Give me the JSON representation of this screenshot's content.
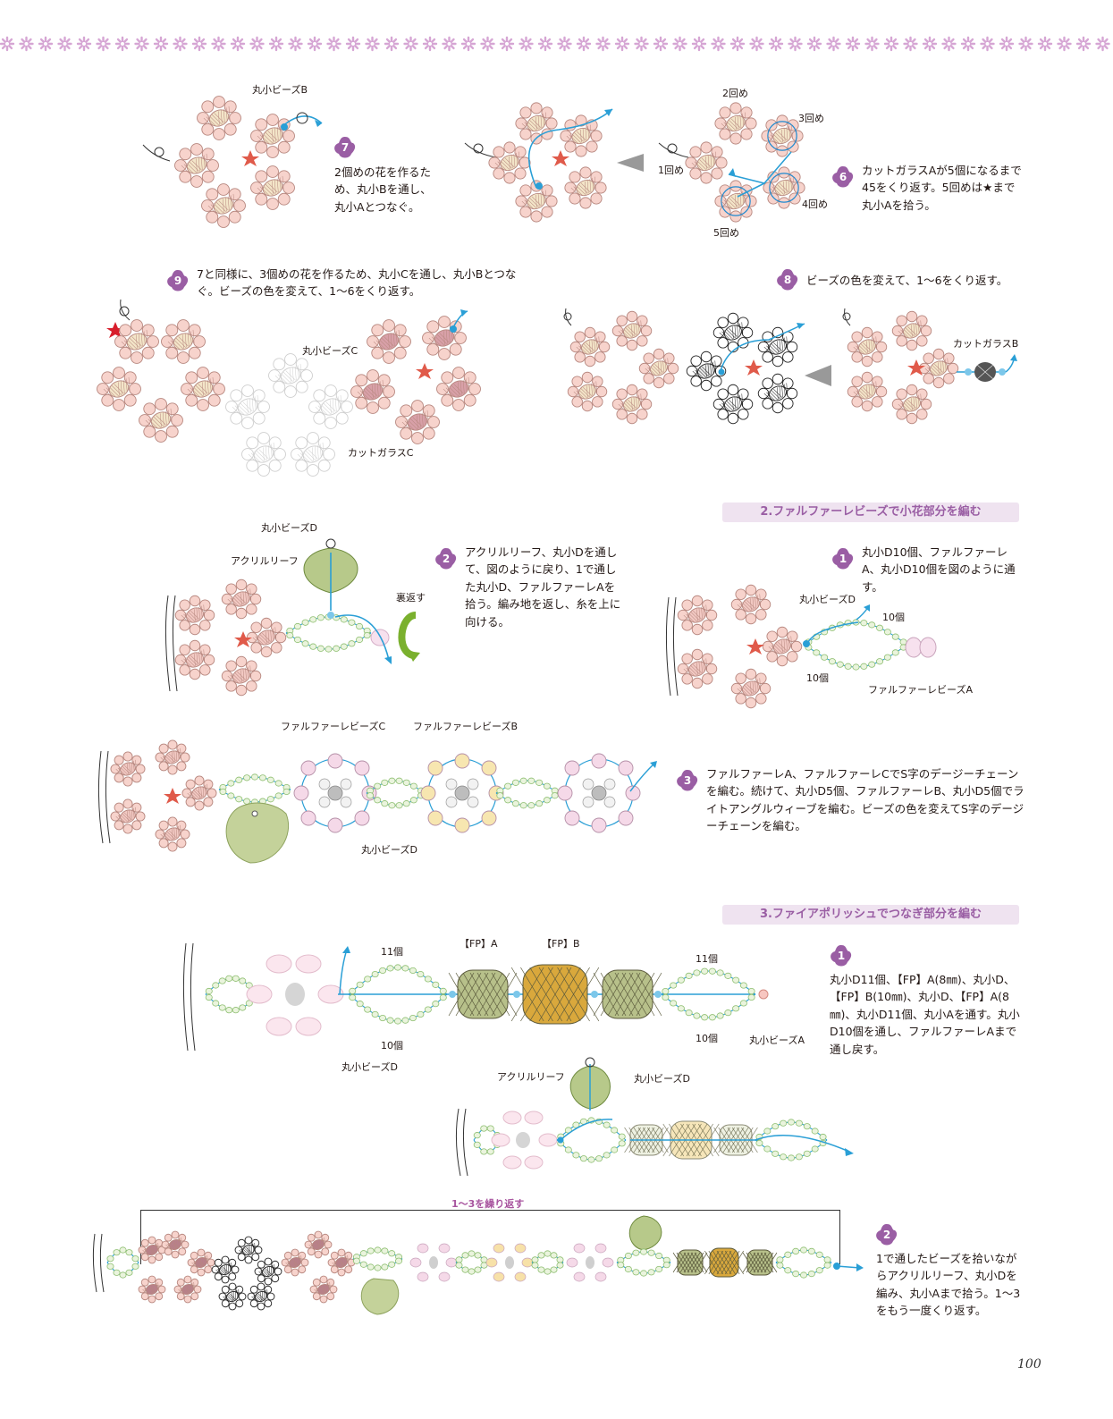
{
  "colors": {
    "accent_purple": "#9a5ea4",
    "section_bg": "#efe3f0",
    "thread_blue": "#2a9fd6",
    "bead_pink": "#f2c9c3",
    "bead_beige": "#f3e5c8",
    "star": "#e05a4a",
    "leaf": "#c4d29a",
    "fp_olive": "#b7c08a",
    "fp_gold": "#d9a83c"
  },
  "sections": {
    "s2": "2.ファルファーレビーズで小花部分を編む",
    "s3": "3.ファイアポリッシュでつなぎ部分を編む"
  },
  "steps": {
    "p1_7": {
      "num": "7",
      "text": "2個めの花を作るため、丸小Bを通し、丸小Aとつなぐ。"
    },
    "p1_6": {
      "num": "6",
      "text": "カットガラスAが5個になるまで45をくり返す。5回めは★まで丸小Aを拾う。"
    },
    "p1_9": {
      "num": "9",
      "text": "7と同様に、3個めの花を作るため、丸小Cを通し、丸小Bとつなぐ。ビーズの色を変えて、1〜6をくり返す。"
    },
    "p1_8": {
      "num": "8",
      "text": "ビーズの色を変えて、1〜6をくり返す。"
    },
    "p2_1": {
      "num": "1",
      "text": "丸小D10個、ファルファーレA、丸小D10個を図のように通す。"
    },
    "p2_2": {
      "num": "2",
      "text": "アクリルリーフ、丸小Dを通して、図のように戻り、1で通した丸小D、ファルファーレAを拾う。編み地を返し、糸を上に向ける。"
    },
    "p2_3": {
      "num": "3",
      "text": "ファルファーレA、ファルファーレCでS字のデージーチェーンを編む。続けて、丸小D5個、ファルファーレB、丸小D5個でライトアングルウィーブを編む。ビーズの色を変えてS字のデージーチェーンを編む。"
    },
    "p3_1": {
      "num": "1",
      "text": "丸小D11個、【FP】A(8㎜)、丸小D、【FP】B(10㎜)、丸小D、【FP】A(8㎜)、丸小D11個、丸小Aを通す。丸小D10個を通し、ファルファーレAまで通し戻す。"
    },
    "p3_2": {
      "num": "2",
      "text": "1で通したビーズを拾いながらアクリルリーフ、丸小Dを編み、丸小Aまで拾う。1〜3をもう一度くり返す。"
    }
  },
  "labels": {
    "marukoB": "丸小ビーズB",
    "round2": "2回め",
    "round3": "3回め",
    "round1": "1回め",
    "round4": "4回め",
    "round5": "5回め",
    "marukoC": "丸小ビーズC",
    "cutglassC": "カットガラスC",
    "cutglassB": "カットガラスB",
    "marukoD": "丸小ビーズD",
    "acrylleaf": "アクリルリーフ",
    "uragaesu": "裏返す",
    "count10": "10個",
    "count11": "11個",
    "farfalleA": "ファルファーレビーズA",
    "farfalleB": "ファルファーレビーズB",
    "farfalleC": "ファルファーレビーズC",
    "fpA": "【FP】A",
    "fpB": "【FP】B",
    "marukoA": "丸小ビーズA",
    "repeat": "1〜3を繰り返す"
  },
  "page_number": "100"
}
